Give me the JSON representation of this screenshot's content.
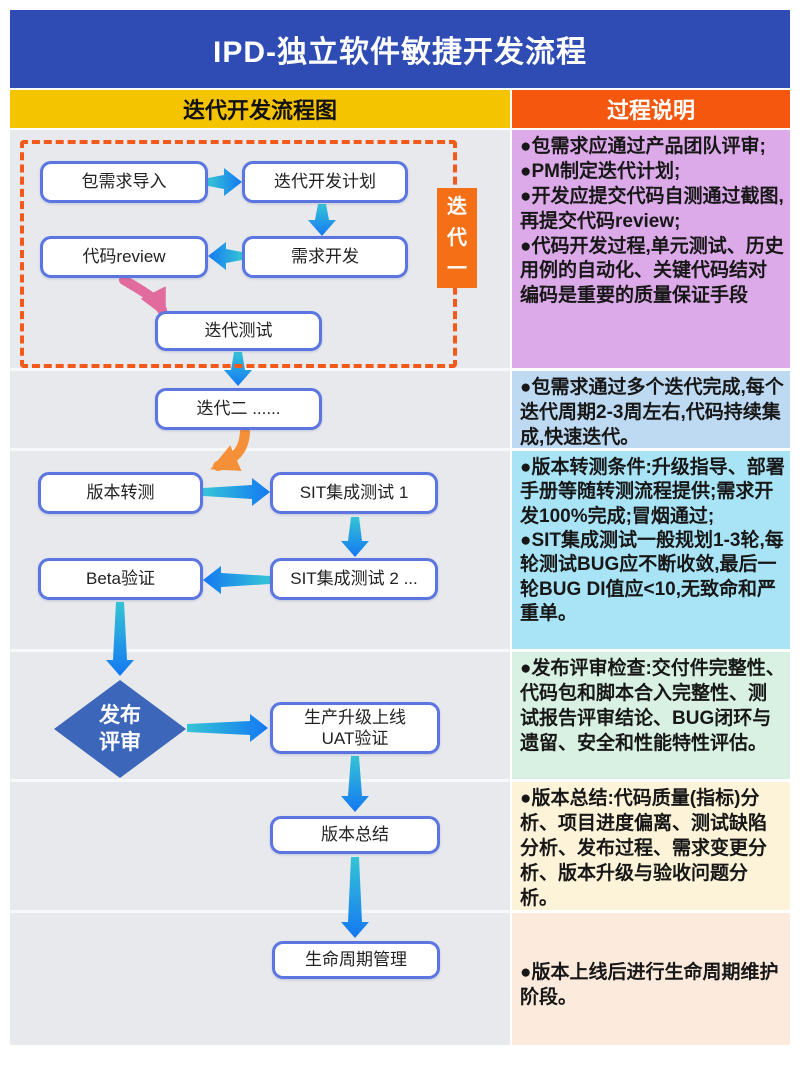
{
  "title": "IPD-独立软件敏捷开发流程",
  "column_headers": {
    "left": "迭代开发流程图",
    "right": "过程说明"
  },
  "flow": {
    "iteration_tag": "迭代一",
    "req_import": "包需求导入",
    "iter_plan": "迭代开发计划",
    "req_dev": "需求开发",
    "code_review": "代码review",
    "iter_test": "迭代测试",
    "iter_two": "迭代二 ......",
    "version_transfer": "版本转测",
    "sit_1": "SIT集成测试 1",
    "sit_2": "SIT集成测试 2 ...",
    "beta": "Beta验证",
    "release_review_l1": "发布",
    "release_review_l2": "评审",
    "uat_l1": "生产升级上线",
    "uat_l2": "UAT验证",
    "version_summary": "版本总结",
    "lifecycle": "生命周期管理"
  },
  "notes": [
    {
      "lines": [
        "●包需求应通过产品团队评审;",
        "●PM制定迭代计划;",
        "●开发应提交代码自测通过截图,再提交代码review;",
        "●代码开发过程,单元测试、历史用例的自动化、关键代码结对编码是重要的质量保证手段"
      ]
    },
    {
      "lines": [
        "●包需求通过多个迭代完成,每个迭代周期2-3周左右,代码持续集成,快速迭代。"
      ]
    },
    {
      "lines": [
        "●版本转测条件:升级指导、部署手册等随转测流程提供;需求开发100%完成;冒烟通过;",
        "●SIT集成测试一般规划1-3轮,每轮测试BUG应不断收敛,最后一轮BUG DI值应<10,无致命和严重单。"
      ]
    },
    {
      "lines": [
        "●发布评审检查:交付件完整性、代码包和脚本合入完整性、测试报告评审结论、BUG闭环与遗留、安全和性能特性评估。"
      ]
    },
    {
      "lines": [
        "●版本总结:代码质量(指标)分析、项目进度偏离、测试缺陷分析、发布过程、需求变更分析、版本升级与验收问题分析。"
      ]
    },
    {
      "lines": [
        "●版本上线后进行生命周期维护阶段。"
      ]
    }
  ],
  "colors": {
    "header_bg": "#2e4cb3",
    "left_header_bg": "#f5c400",
    "right_header_bg": "#f4570d",
    "flow_bg": "#e8e9ed",
    "box_border": "#5b76e0",
    "diamond_fill": "#3b66ba",
    "dashed_border": "#f4591c",
    "iteration_tag_bg": "#f46f15",
    "arrow_gradient_tail": "#35c4d6",
    "arrow_gradient_head": "#1478f2",
    "pink_arrow": "#e26b9e",
    "orange_arrow": "#f59038",
    "note_backgrounds": [
      "#dcaae9",
      "#bedaf2",
      "#a9e4f6",
      "#d9f1e2",
      "#fcf3d8",
      "#fceadd"
    ]
  }
}
